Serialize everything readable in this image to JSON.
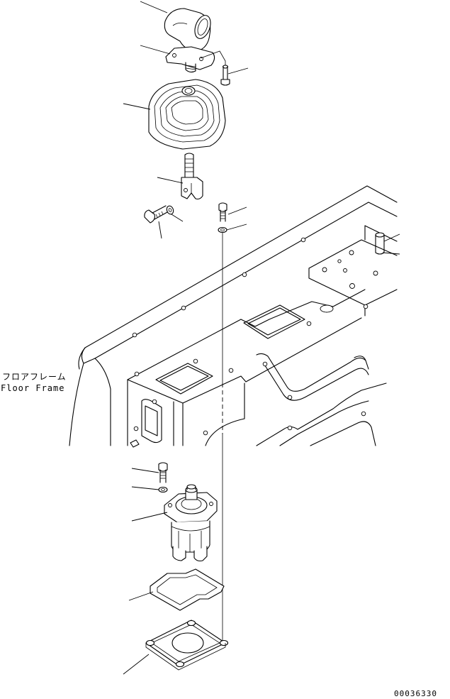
{
  "labels": {
    "floor_frame_jp": "フロアフレーム",
    "floor_frame_en": "Floor Frame",
    "drawing_number": "00036330"
  }
}
